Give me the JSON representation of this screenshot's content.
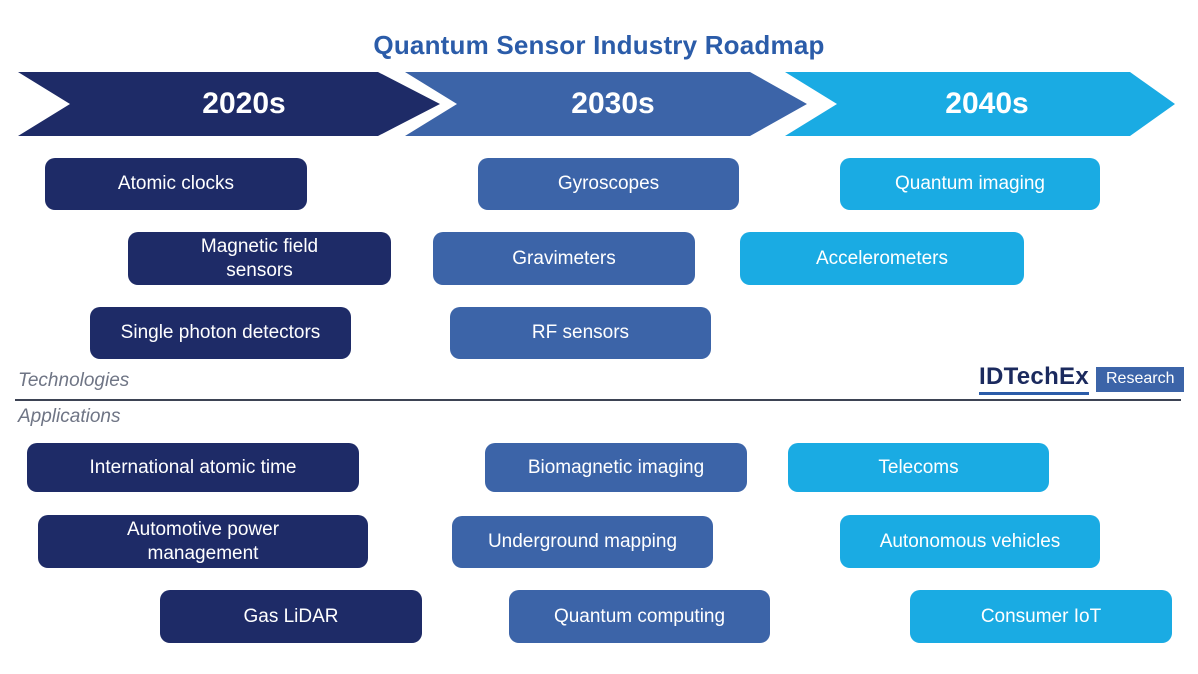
{
  "title": "Quantum Sensor Industry Roadmap",
  "colors": {
    "navy": "#1E2B67",
    "blue": "#3C64A8",
    "cyan": "#1AABE3",
    "title": "#2B5CA9",
    "muted": "#6F7585",
    "line": "#3D4354"
  },
  "timeline": {
    "decades": [
      {
        "label": "2020s",
        "color": "#1E2B67"
      },
      {
        "label": "2030s",
        "color": "#3C64A8"
      },
      {
        "label": "2040s",
        "color": "#1AABE3"
      }
    ]
  },
  "sections": {
    "technologies_label": "Technologies",
    "applications_label": "Applications"
  },
  "logo": {
    "brand": "IDTechEx",
    "badge": "Research"
  },
  "technologies": [
    {
      "label": "Atomic clocks",
      "decade": "2020s"
    },
    {
      "label": "Magnetic field\nsensors",
      "decade": "2020s"
    },
    {
      "label": "Single photon detectors",
      "decade": "2020s"
    },
    {
      "label": "Gyroscopes",
      "decade": "2030s"
    },
    {
      "label": "Gravimeters",
      "decade": "2030s"
    },
    {
      "label": "RF sensors",
      "decade": "2030s"
    },
    {
      "label": "Quantum imaging",
      "decade": "2040s"
    },
    {
      "label": "Accelerometers",
      "decade": "2040s"
    }
  ],
  "applications": [
    {
      "label": "International atomic time",
      "decade": "2020s"
    },
    {
      "label": "Automotive power\nmanagement",
      "decade": "2020s"
    },
    {
      "label": "Gas LiDAR",
      "decade": "2020s"
    },
    {
      "label": "Biomagnetic imaging",
      "decade": "2030s"
    },
    {
      "label": "Underground mapping",
      "decade": "2030s"
    },
    {
      "label": "Quantum computing",
      "decade": "2030s"
    },
    {
      "label": "Telecoms",
      "decade": "2040s"
    },
    {
      "label": "Autonomous vehicles",
      "decade": "2040s"
    },
    {
      "label": "Consumer IoT",
      "decade": "2040s"
    }
  ]
}
